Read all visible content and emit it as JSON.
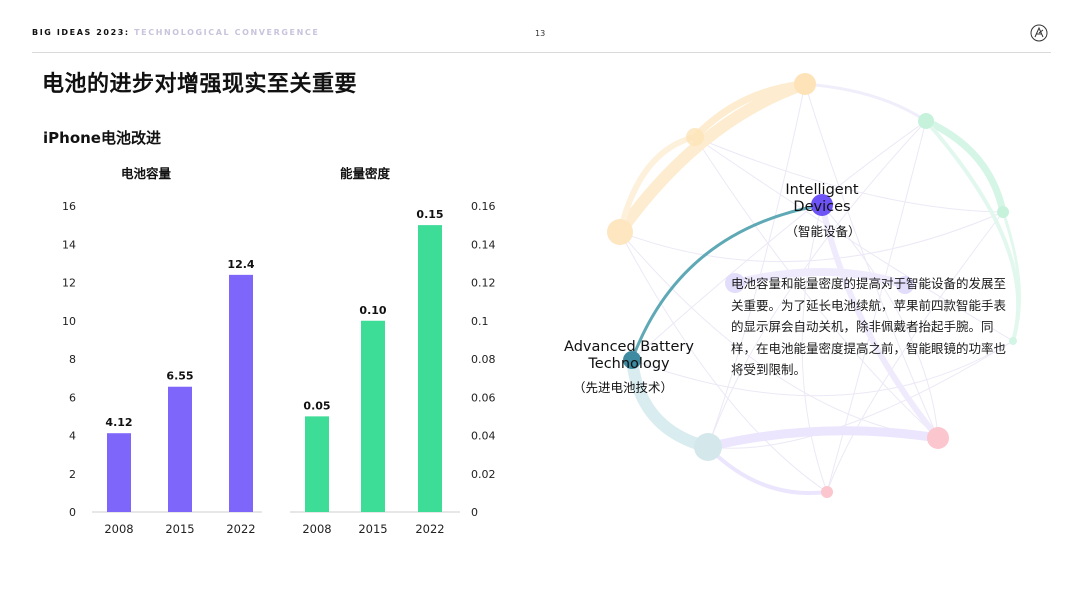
{
  "header": {
    "brand": "BIG IDEAS 2023:",
    "section": "TECHNOLOGICAL CONVERGENCE",
    "page_number": "13"
  },
  "title": "电池的进步对增强现实至关重要",
  "subtitle": "iPhone电池改进",
  "colors": {
    "capacity": "#7f66fb",
    "density": "#3ddc97",
    "edge": "#5ea9b5",
    "intelligent": "#6d52f5",
    "battery_node": "#3e8aa1"
  },
  "chart_data": [
    {
      "type": "bar",
      "title": "电池容量",
      "categories": [
        "2008",
        "2015",
        "2022"
      ],
      "values": [
        4.12,
        6.55,
        12.4
      ],
      "value_labels": [
        "4.12",
        "6.55",
        "12.4"
      ],
      "ylim": [
        0,
        16
      ],
      "yticks": [
        "0",
        "2",
        "4",
        "6",
        "8",
        "10",
        "12",
        "14",
        "16"
      ],
      "axis_side": "left",
      "color": "#7f66fb"
    },
    {
      "type": "bar",
      "title": "能量密度",
      "categories": [
        "2008",
        "2015",
        "2022"
      ],
      "values": [
        0.05,
        0.1,
        0.15
      ],
      "value_labels": [
        "0.05",
        "0.10",
        "0.15"
      ],
      "ylim": [
        0,
        0.16
      ],
      "yticks": [
        "0",
        "0.02",
        "0.04",
        "0.06",
        "0.08",
        "0.1",
        "0.12",
        "0.14",
        "0.16"
      ],
      "axis_side": "right",
      "color": "#3ddc97"
    }
  ],
  "network": {
    "intelligent": {
      "label": "Intelligent Devices",
      "sub": "（智能设备）"
    },
    "battery": {
      "label": "Advanced Battery Technology",
      "sub": "（先进电池技术）"
    },
    "note": "电池容量和能量密度的提高对于智能设备的发展至关重要。为了延长电池续航，苹果前四款智能手表的显示屏会自动关机，除非佩戴者抬起手腕。同样，在电池能量密度提高之前，智能眼镜的功率也将受到限制。"
  }
}
